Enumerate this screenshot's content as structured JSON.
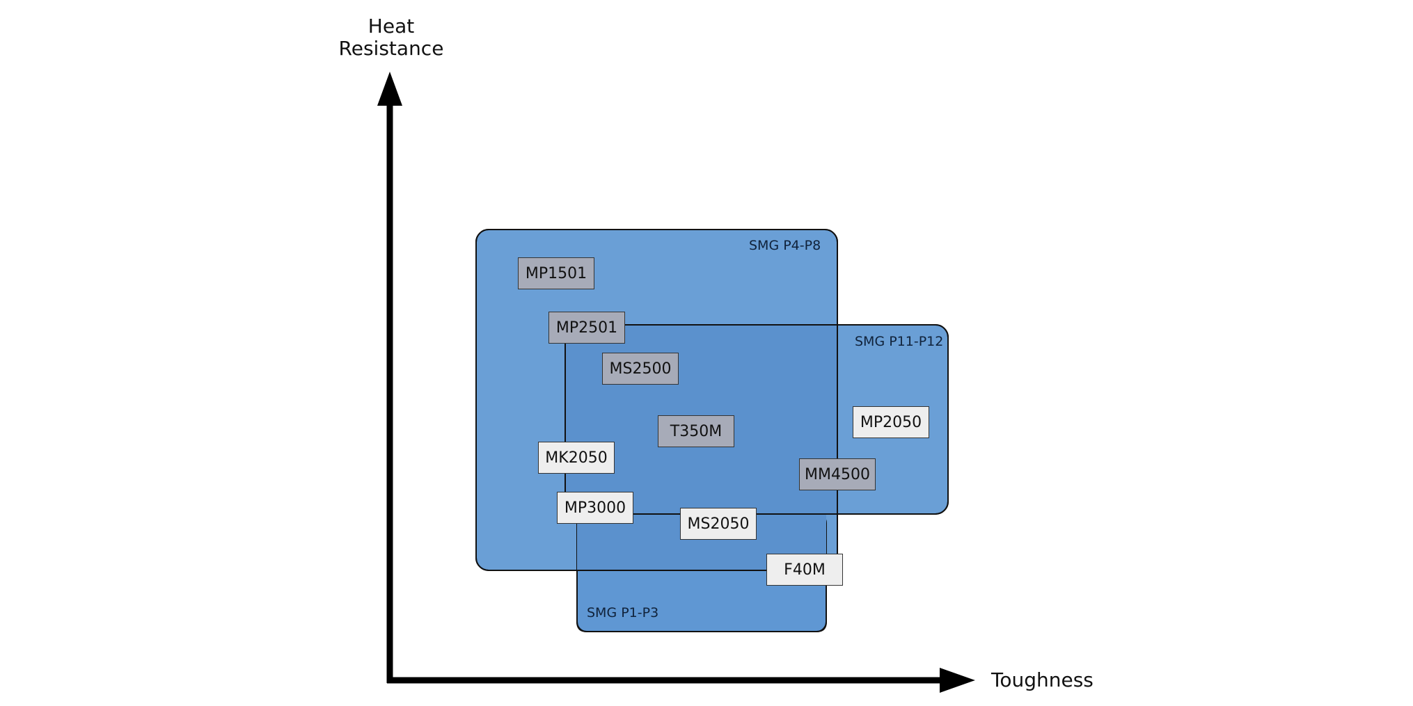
{
  "axes": {
    "y_label_line1": "Heat",
    "y_label_line2": "Resistance",
    "x_label": "Toughness"
  },
  "regions": {
    "p4_p8": "SMG P4-P8",
    "p11_p12": "SMG P11-P12",
    "p1_p3": "SMG P1-P3"
  },
  "colors": {
    "region_fill": "#4f8fd0",
    "axis": "#000000",
    "grade_dark": "#a7abb8",
    "grade_light": "#eeeeee"
  },
  "grades": {
    "mp1501": "MP1501",
    "mp2501": "MP2501",
    "ms2500": "MS2500",
    "t350m": "T350M",
    "mp2050": "MP2050",
    "mk2050": "MK2050",
    "mm4500": "MM4500",
    "mp3000": "MP3000",
    "ms2050": "MS2050",
    "f40m": "F40M"
  }
}
